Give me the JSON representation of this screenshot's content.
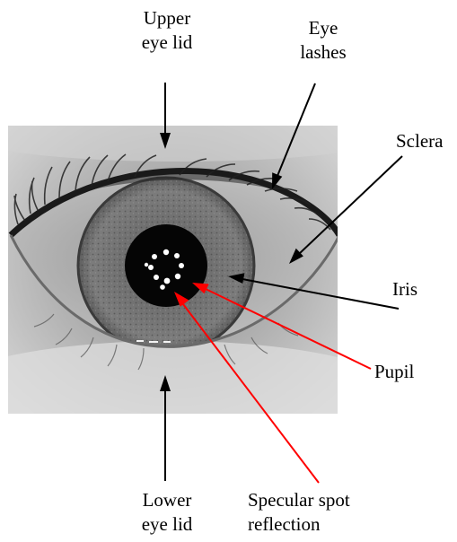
{
  "labels": {
    "upper_eye_lid": [
      "Upper",
      "eye lid"
    ],
    "eye_lashes": [
      "Eye",
      "lashes"
    ],
    "sclera": "Sclera",
    "iris": "Iris",
    "pupil": "Pupil",
    "lower_eye_lid": [
      "Lower",
      "eye lid"
    ],
    "specular_spot_reflection": [
      "Specular spot",
      "reflection"
    ]
  },
  "colors": {
    "black_arrow": "#000000",
    "red_arrow": "#ff0000"
  }
}
